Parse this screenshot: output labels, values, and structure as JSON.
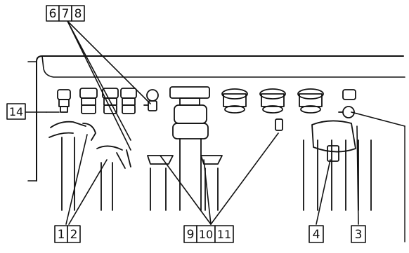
{
  "callouts": {
    "c1": "1",
    "c2": "2",
    "c3": "3",
    "c4": "4",
    "c6": "6",
    "c7": "7",
    "c8": "8",
    "c9": "9",
    "c10": "10",
    "c11": "11",
    "c14": "14"
  },
  "colors": {
    "line": "#111111",
    "fill": "#ffffff"
  }
}
